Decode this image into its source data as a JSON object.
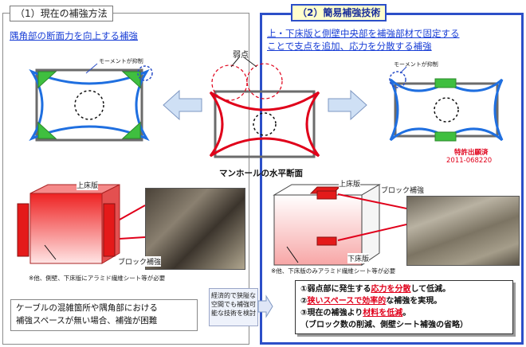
{
  "left_panel": {
    "tab_title": "（1）現在の補強方法",
    "heading": "隅角部の断面力を向上する補強",
    "moment_label": "モーメントが抑制",
    "top_slab_label": "上床版",
    "block_label": "ブロック補強",
    "note": "※他、側壁、下床版にアラミド繊維シート等が必要",
    "bottom_text_1": "ケーブルの混雑箇所や隅角部における",
    "bottom_text_2": "補強スペースが無い場合、補強が困難"
  },
  "center": {
    "weak_point_label": "弱点",
    "caption": "マンホールの水平断面"
  },
  "right_panel": {
    "tab_title": "（2）簡易補強技術",
    "heading_1": "上・下床版と側壁中央部を補強部材で固定する",
    "heading_2": "ことで支点を追加、応力を分散する補強",
    "moment_label": "モーメントが抑制",
    "patent_label": "特許出願済",
    "patent_number": "2011-068220",
    "top_slab_label": "上床版",
    "bottom_slab_label": "下床版",
    "block_label": "ブロック補強",
    "note": "※他、下床版のみアラミド繊維シート等が必要",
    "mid_box_1": "経済的で狭隘な",
    "mid_box_2": "空間でも補強可",
    "mid_box_3": "能な技術を検討"
  },
  "results": {
    "r1_prefix": "①弱点部に発生する",
    "r1_red": "応力を分散",
    "r1_suffix": "して低減。",
    "r2_prefix": "②",
    "r2_red": "狭いスペースで効率的",
    "r2_suffix": "な補強を実現。",
    "r3_prefix": "③現在の補強より",
    "r3_red": "材料を低減",
    "r3_suffix": "。",
    "r4": "（ブロック数の削減、側壁シート補強の省略）"
  },
  "colors": {
    "accent_blue": "#2c4fc8",
    "link_blue": "#1a3fd6",
    "highlight_red": "#e0001a",
    "frame_gray": "#6b6b6b",
    "block_green": "#3fbf3f"
  }
}
